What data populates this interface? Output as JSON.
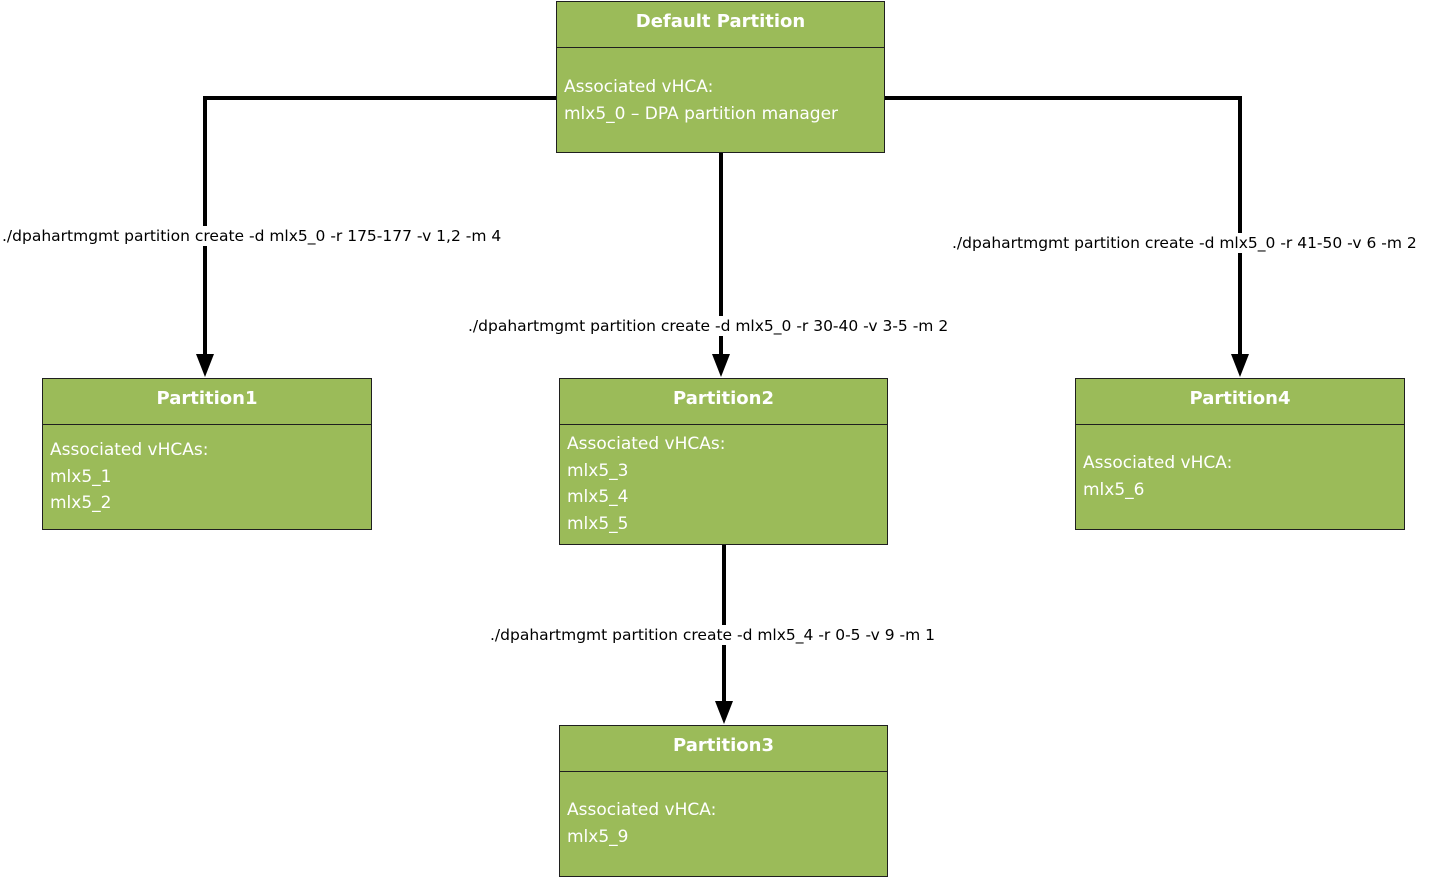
{
  "colors": {
    "node_fill": "#9bbb59",
    "node_border": "#1f1f1f",
    "node_text": "#ffffff",
    "connector": "#000000"
  },
  "nodes": {
    "default": {
      "title": "Default Partition",
      "lines": [
        "Associated vHCA:",
        "mlx5_0 – DPA partition manager"
      ]
    },
    "p1": {
      "title": "Partition1",
      "lines": [
        "Associated vHCAs:",
        "mlx5_1",
        "mlx5_2"
      ]
    },
    "p2": {
      "title": "Partition2",
      "lines": [
        "Associated vHCAs:",
        "mlx5_3",
        "mlx5_4",
        "mlx5_5"
      ]
    },
    "p4": {
      "title": "Partition4",
      "lines": [
        "Associated vHCA:",
        "mlx5_6"
      ]
    },
    "p3": {
      "title": "Partition3",
      "lines": [
        "Associated vHCA:",
        "mlx5_9"
      ]
    }
  },
  "edges": {
    "to_p1": {
      "label": "./dpahartmgmt partition create -d mlx5_0 -r 175-177 -v 1,2 -m 4"
    },
    "to_p2": {
      "label": "./dpahartmgmt partition create -d mlx5_0 -r 30-40 -v 3-5 -m 2"
    },
    "to_p4": {
      "label": "./dpahartmgmt partition create -d mlx5_0 -r 41-50 -v 6 -m 2"
    },
    "to_p3": {
      "label": "./dpahartmgmt partition create -d mlx5_4 -r 0-5 -v 9 -m 1"
    }
  }
}
